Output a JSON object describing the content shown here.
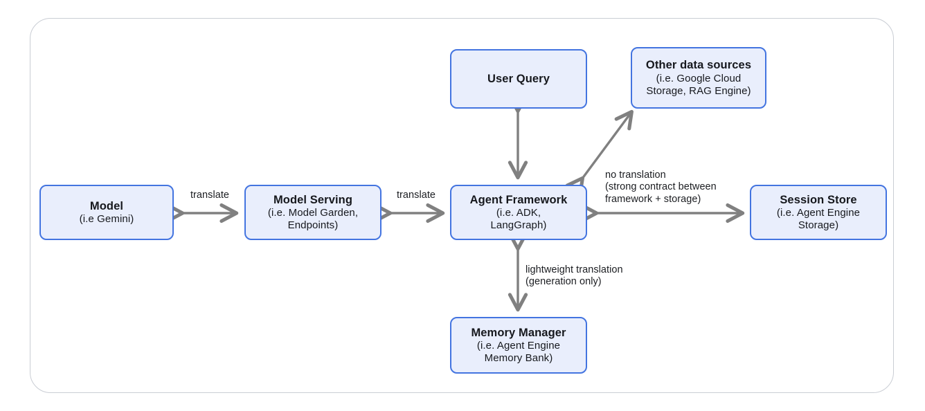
{
  "diagram": {
    "frame": {
      "name": "diagram-frame"
    },
    "nodes": [
      {
        "id": "model",
        "title": "Model",
        "sub": "(i.e Gemini)"
      },
      {
        "id": "model-serving",
        "title": "Model Serving",
        "sub": "(i.e. Model Garden,\nEndpoints)"
      },
      {
        "id": "agent-framework",
        "title": "Agent Framework",
        "sub": "(i.e. ADK,\nLangGraph)"
      },
      {
        "id": "session-store",
        "title": "Session Store",
        "sub": "(i.e. Agent Engine\nStorage)"
      },
      {
        "id": "user-query",
        "title": "User Query",
        "sub": ""
      },
      {
        "id": "other-data-sources",
        "title": "Other data sources",
        "sub": "(i.e. Google Cloud\nStorage, RAG Engine)"
      },
      {
        "id": "memory-manager",
        "title": "Memory Manager",
        "sub": "(i.e. Agent Engine\nMemory Bank)"
      }
    ],
    "edge_labels": {
      "model_to_serving": "translate",
      "serving_to_framework": "translate",
      "framework_to_session": "no translation\n(strong contract between\nframework + storage)",
      "framework_to_memory": "lightweight translation\n(generation only)"
    },
    "colors": {
      "node_fill": "#e9eefc",
      "node_border": "#4374e0",
      "arrow": "#808080",
      "frame_border": "#c9cdd4",
      "text": "#16181d",
      "background": "#ffffff"
    }
  }
}
